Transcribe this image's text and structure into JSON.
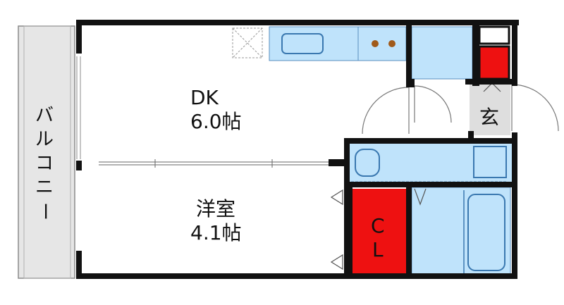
{
  "rooms": {
    "dk": {
      "name": "DK",
      "size": "6.0帖"
    },
    "western": {
      "name": "洋室",
      "size": "4.1帖"
    },
    "closet": {
      "line1": "C",
      "line2": "L"
    },
    "entrance": {
      "name": "玄"
    },
    "balcony": {
      "chars": [
        "バ",
        "ル",
        "コ",
        "ニ",
        "ー"
      ]
    }
  },
  "colors": {
    "wall": "#111111",
    "fixture_blue": "#bfe3fb",
    "fixture_dark_blue": "#5aa0d8",
    "closet_red": "#ee1111",
    "balcony_gray": "#e6e6e6",
    "entrance_gray": "#dedede",
    "stove_burner": "#a05a1a"
  },
  "icons": [
    "stove-burner-icon",
    "toilet-icon",
    "sink-icon",
    "bathtub-icon",
    "washer-icon"
  ]
}
